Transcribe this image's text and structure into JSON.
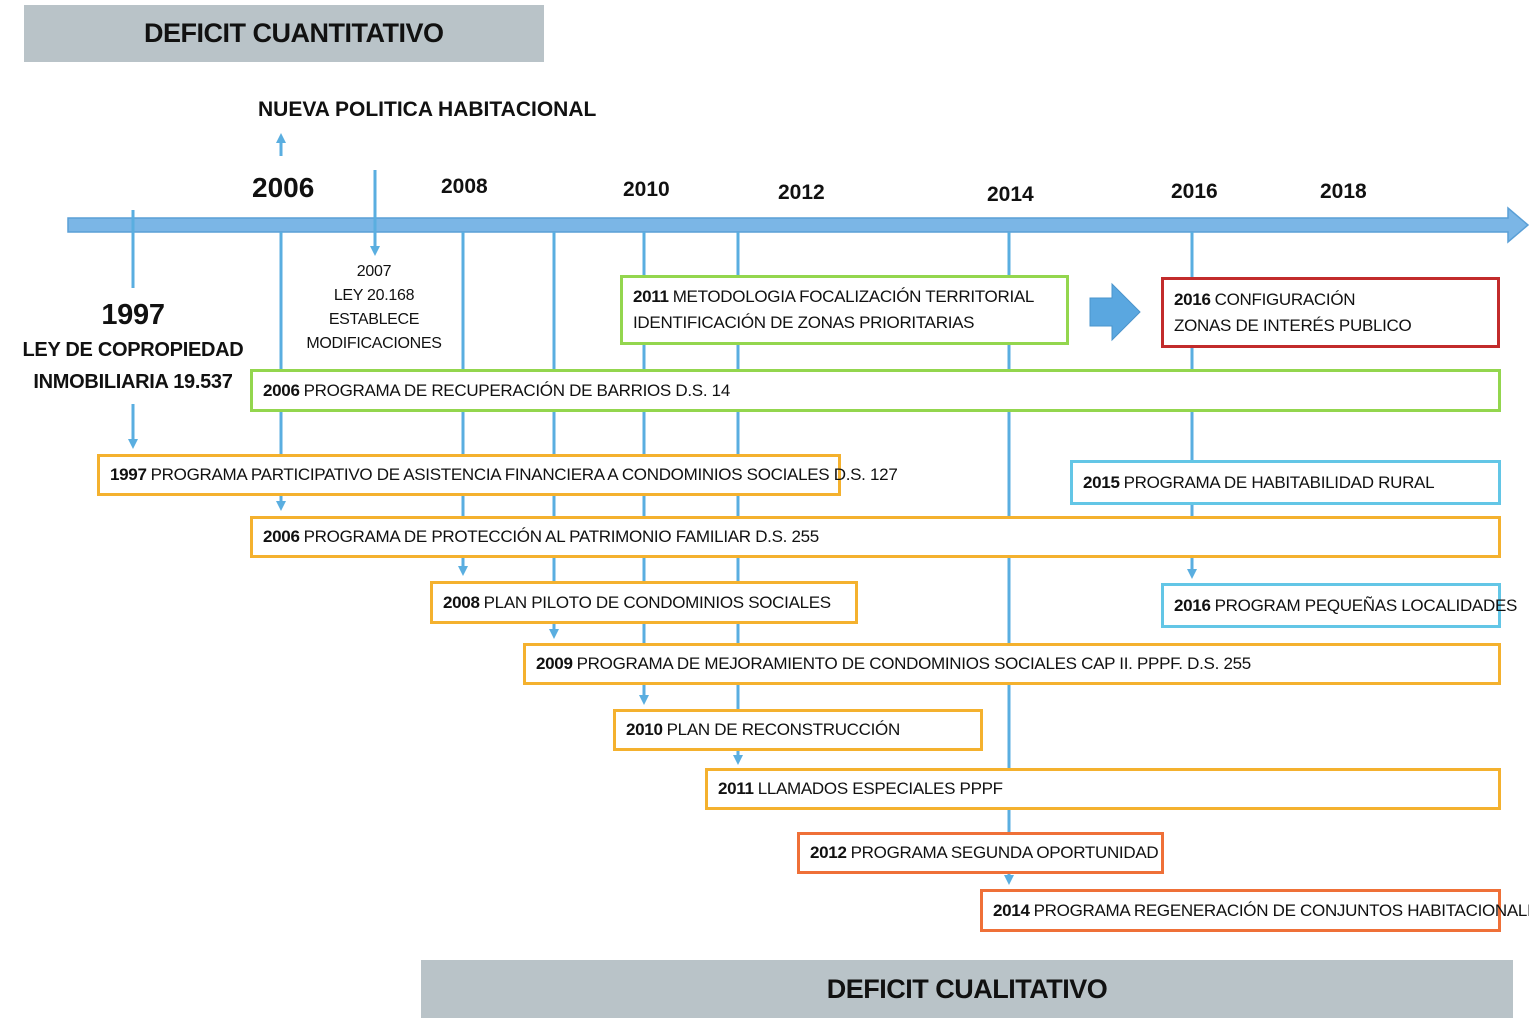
{
  "banners": {
    "top": "DEFICIT CUANTITATIVO",
    "bottom": "DEFICIT CUALITATIVO"
  },
  "policy_label": "NUEVA POLITICA HABITACIONAL",
  "timeline_years": [
    "2006",
    "2008",
    "2010",
    "2012",
    "2014",
    "2016",
    "2018"
  ],
  "law_1997": {
    "year": "1997",
    "line1": "LEY DE COPROPIEDAD",
    "line2": "INMOBILIARIA 19.537"
  },
  "law_2007": {
    "year": "2007",
    "line1": "LEY 20.168",
    "line2": "ESTABLECE",
    "line3": "MODIFICACIONES"
  },
  "programs": {
    "p2011_metodologia": {
      "year": "2011",
      "line1": "METODOLOGIA FOCALIZACIÓN TERRITORIAL",
      "line2": "IDENTIFICACIÓN DE ZONAS PRIORITARIAS"
    },
    "p2016_configuracion": {
      "year": "2016",
      "line1": "CONFIGURACIÓN",
      "line2": "ZONAS DE INTERÉS PUBLICO"
    },
    "p2006_barrios": {
      "year": "2006",
      "text": "PROGRAMA DE RECUPERACIÓN DE BARRIOS D.S. 14"
    },
    "p1997_asistencia": {
      "year": "1997",
      "text": "PROGRAMA PARTICIPATIVO DE ASISTENCIA FINANCIERA A CONDOMINIOS SOCIALES D.S. 127"
    },
    "p2015_rural": {
      "year": "2015",
      "text": "PROGRAMA DE HABITABILIDAD RURAL"
    },
    "p2006_patrimonio": {
      "year": "2006",
      "text": "PROGRAMA DE PROTECCIÓN AL PATRIMONIO FAMILIAR D.S. 255"
    },
    "p2008_piloto": {
      "year": "2008",
      "text": "PLAN PILOTO DE CONDOMINIOS SOCIALES"
    },
    "p2016_localidades": {
      "year": "2016",
      "text": "PROGRAM PEQUEÑAS LOCALIDADES"
    },
    "p2009_mejoramiento": {
      "year": "2009",
      "text": "PROGRAMA DE MEJORAMIENTO DE CONDOMINIOS SOCIALES CAP II. PPPF. D.S. 255"
    },
    "p2010_reconstruccion": {
      "year": "2010",
      "text": "PLAN DE RECONSTRUCCIÓN"
    },
    "p2011_llamados": {
      "year": "2011",
      "text": "LLAMADOS ESPECIALES PPPF"
    },
    "p2012_segunda": {
      "year": "2012",
      "text": "PROGRAMA SEGUNDA OPORTUNIDAD"
    },
    "p2014_regeneracion": {
      "year": "2014",
      "text": "PROGRAMA REGENERACIÓN DE CONJUNTOS HABITACIONALES"
    }
  },
  "colors": {
    "timeline": "#7bb6e6",
    "connector": "#5aaee0",
    "green": "#93d64e",
    "orange": "#f4b12e",
    "red": "#c22b2b",
    "cyan": "#63c6e6",
    "dark_orange": "#ef7038",
    "banner": "#b9c3c8"
  }
}
